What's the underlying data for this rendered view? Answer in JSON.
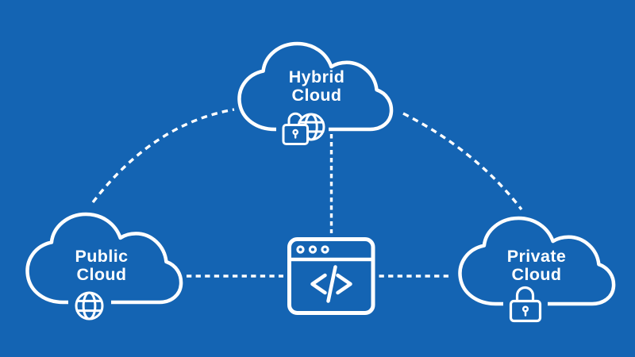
{
  "colors": {
    "background": "#1464b3",
    "line": "#ffffff",
    "text": "#ffffff"
  },
  "nodes": {
    "hybrid": {
      "line1": "Hybrid",
      "line2": "Cloud",
      "icon": "lock-globe-icon"
    },
    "public": {
      "line1": "Public",
      "line2": "Cloud",
      "icon": "globe-icon"
    },
    "private": {
      "line1": "Private",
      "line2": "Cloud",
      "icon": "lock-icon"
    },
    "center": {
      "icon": "code-window-icon",
      "glyph": "</>"
    }
  },
  "connections": [
    {
      "from": "public-cloud",
      "to": "hybrid-cloud",
      "style": "dashed-arc"
    },
    {
      "from": "hybrid-cloud",
      "to": "private-cloud",
      "style": "dashed-arc"
    },
    {
      "from": "hybrid-cloud",
      "to": "code-window",
      "style": "dashed-line"
    },
    {
      "from": "public-cloud",
      "to": "code-window",
      "style": "dashed-line"
    },
    {
      "from": "code-window",
      "to": "private-cloud",
      "style": "dashed-line"
    }
  ]
}
